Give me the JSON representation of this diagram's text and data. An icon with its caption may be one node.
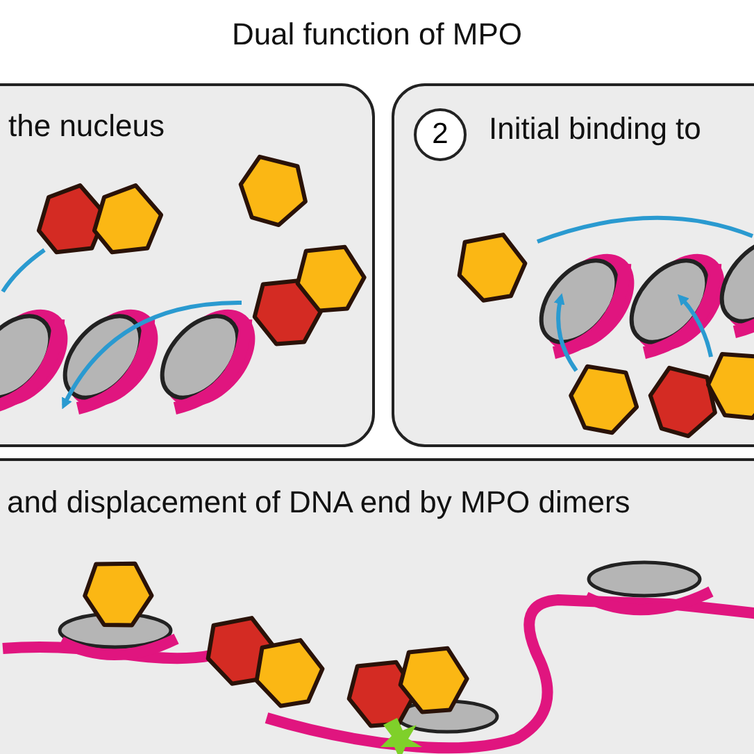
{
  "diagram": {
    "title": "Dual function of MPO",
    "nodes": [
      {
        "text": [
          "the nucleus"
        ]
      },
      {
        "text": [
          "Initial binding to"
        ]
      },
      {
        "text": [
          "2"
        ],
        "in": 1
      },
      {
        "text": [
          "and displacement of DNA end by MPO dimers"
        ]
      }
    ]
  }
}
